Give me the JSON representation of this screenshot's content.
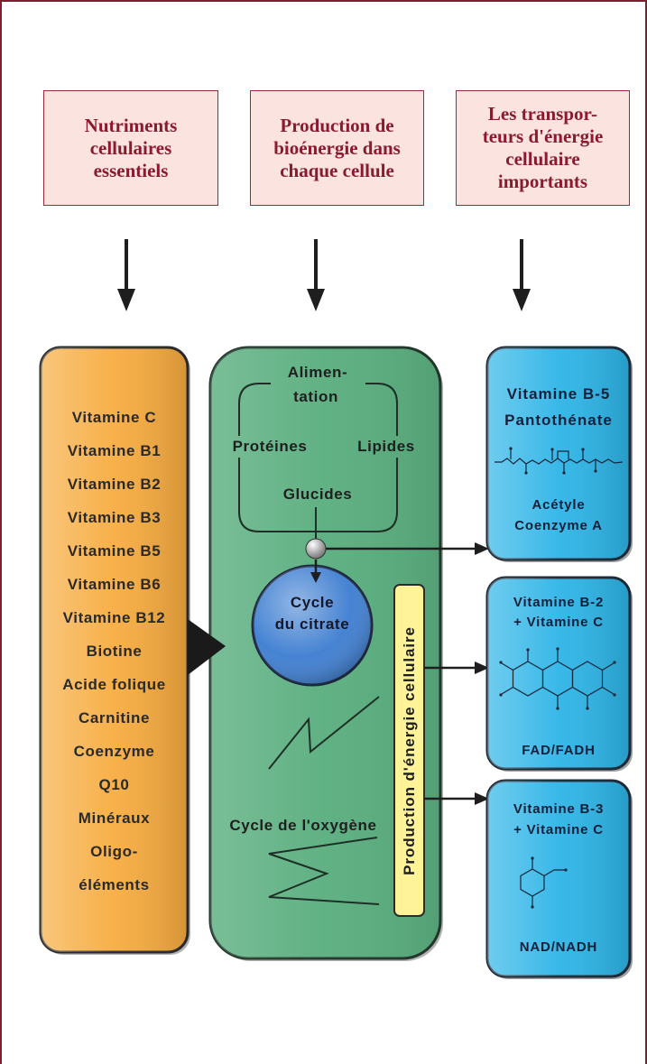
{
  "colors": {
    "frame": "#7b1e2f",
    "header_text": "#8c1a2f",
    "header_fill": "#fbe4df",
    "header_border": "#9a2a3a",
    "nutrient_column": "#f7ab3e",
    "process_column": "#5aae7f",
    "citrate_circle": "#3b7cd0",
    "energy_bar": "#fff39a",
    "carrier_box": "#2cb4e7"
  },
  "header_boxes": [
    {
      "lines": [
        "Nutriments",
        "cellulaires",
        "essentiels"
      ]
    },
    {
      "lines": [
        "Production de",
        "bioénergie dans",
        "chaque cellule"
      ]
    },
    {
      "lines": [
        "Les transpor-",
        "teurs d'énergie",
        "cellulaire",
        "importants"
      ]
    }
  ],
  "nutrients": [
    "Vitamine C",
    "Vitamine B1",
    "Vitamine B2",
    "Vitamine B3",
    "Vitamine B5",
    "Vitamine B6",
    "Vitamine B12",
    "Biotine",
    "Acide folique",
    "Carnitine",
    "Coenzyme",
    "Q10",
    "Minéraux",
    "Oligo-",
    "éléments"
  ],
  "process": {
    "food": [
      "Alimen-",
      "tation"
    ],
    "proteins": "Protéines",
    "lipids": "Lipides",
    "carbohydrates": "Glucides",
    "citrate_cycle": [
      "Cycle",
      "du citrate"
    ],
    "oxygen_cycle": "Cycle de l'oxygène",
    "energy_production": "Production d'énergie cellulaire"
  },
  "carriers": [
    {
      "vitamins": [
        "Vitamine B-5",
        "Pantothénate"
      ],
      "carrier": [
        "Acétyle",
        "Coenzyme A"
      ]
    },
    {
      "vitamins": [
        "Vitamine B-2",
        "+ Vitamine C"
      ],
      "carrier": [
        "FAD/FADH"
      ]
    },
    {
      "vitamins": [
        "Vitamine B-3",
        "+ Vitamine C"
      ],
      "carrier": [
        "NAD/NADH"
      ]
    }
  ]
}
